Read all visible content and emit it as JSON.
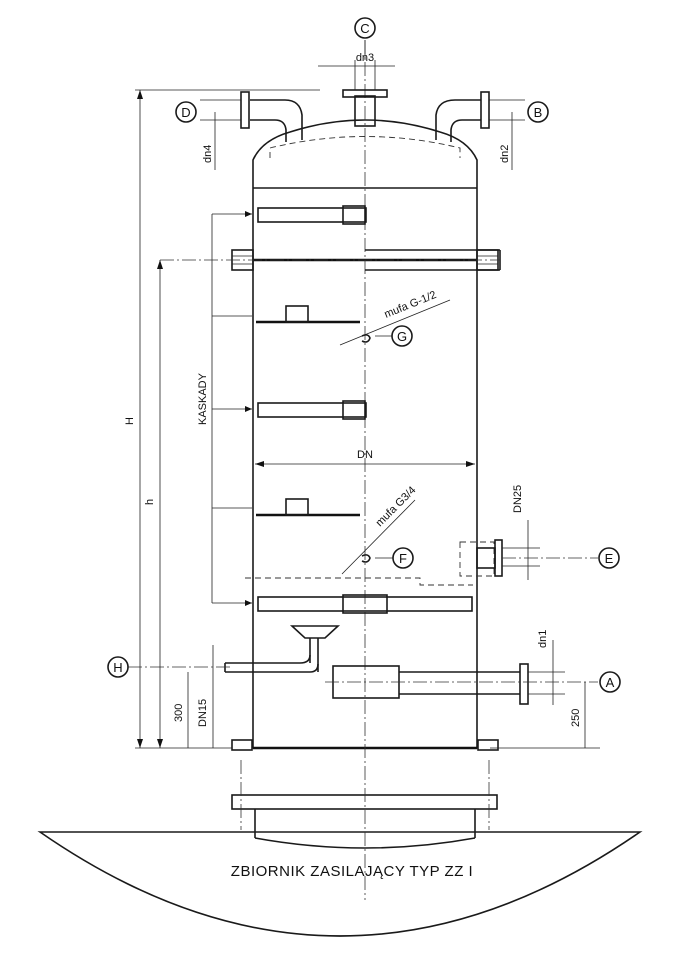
{
  "title": "ZBIORNIK ZASILAJĄCY TYP ZZ I",
  "connections": {
    "A": "A",
    "B": "B",
    "C": "C",
    "D": "D",
    "E": "E",
    "F": "F",
    "G": "G",
    "H": "H"
  },
  "dimensions": {
    "total_height": "H",
    "inner_height": "h",
    "diameter": "DN",
    "nozzle_c": "dn3",
    "nozzle_d": "dn4",
    "nozzle_b": "dn2",
    "nozzle_a": "dn1",
    "nozzle_e": "DN25",
    "nozzle_h": "DN15",
    "height_300": "300",
    "height_250": "250"
  },
  "labels": {
    "cascades": "KASKADY",
    "mufa_g12": "mufa G-1/2",
    "mufa_g34": "mufa G3/4"
  }
}
